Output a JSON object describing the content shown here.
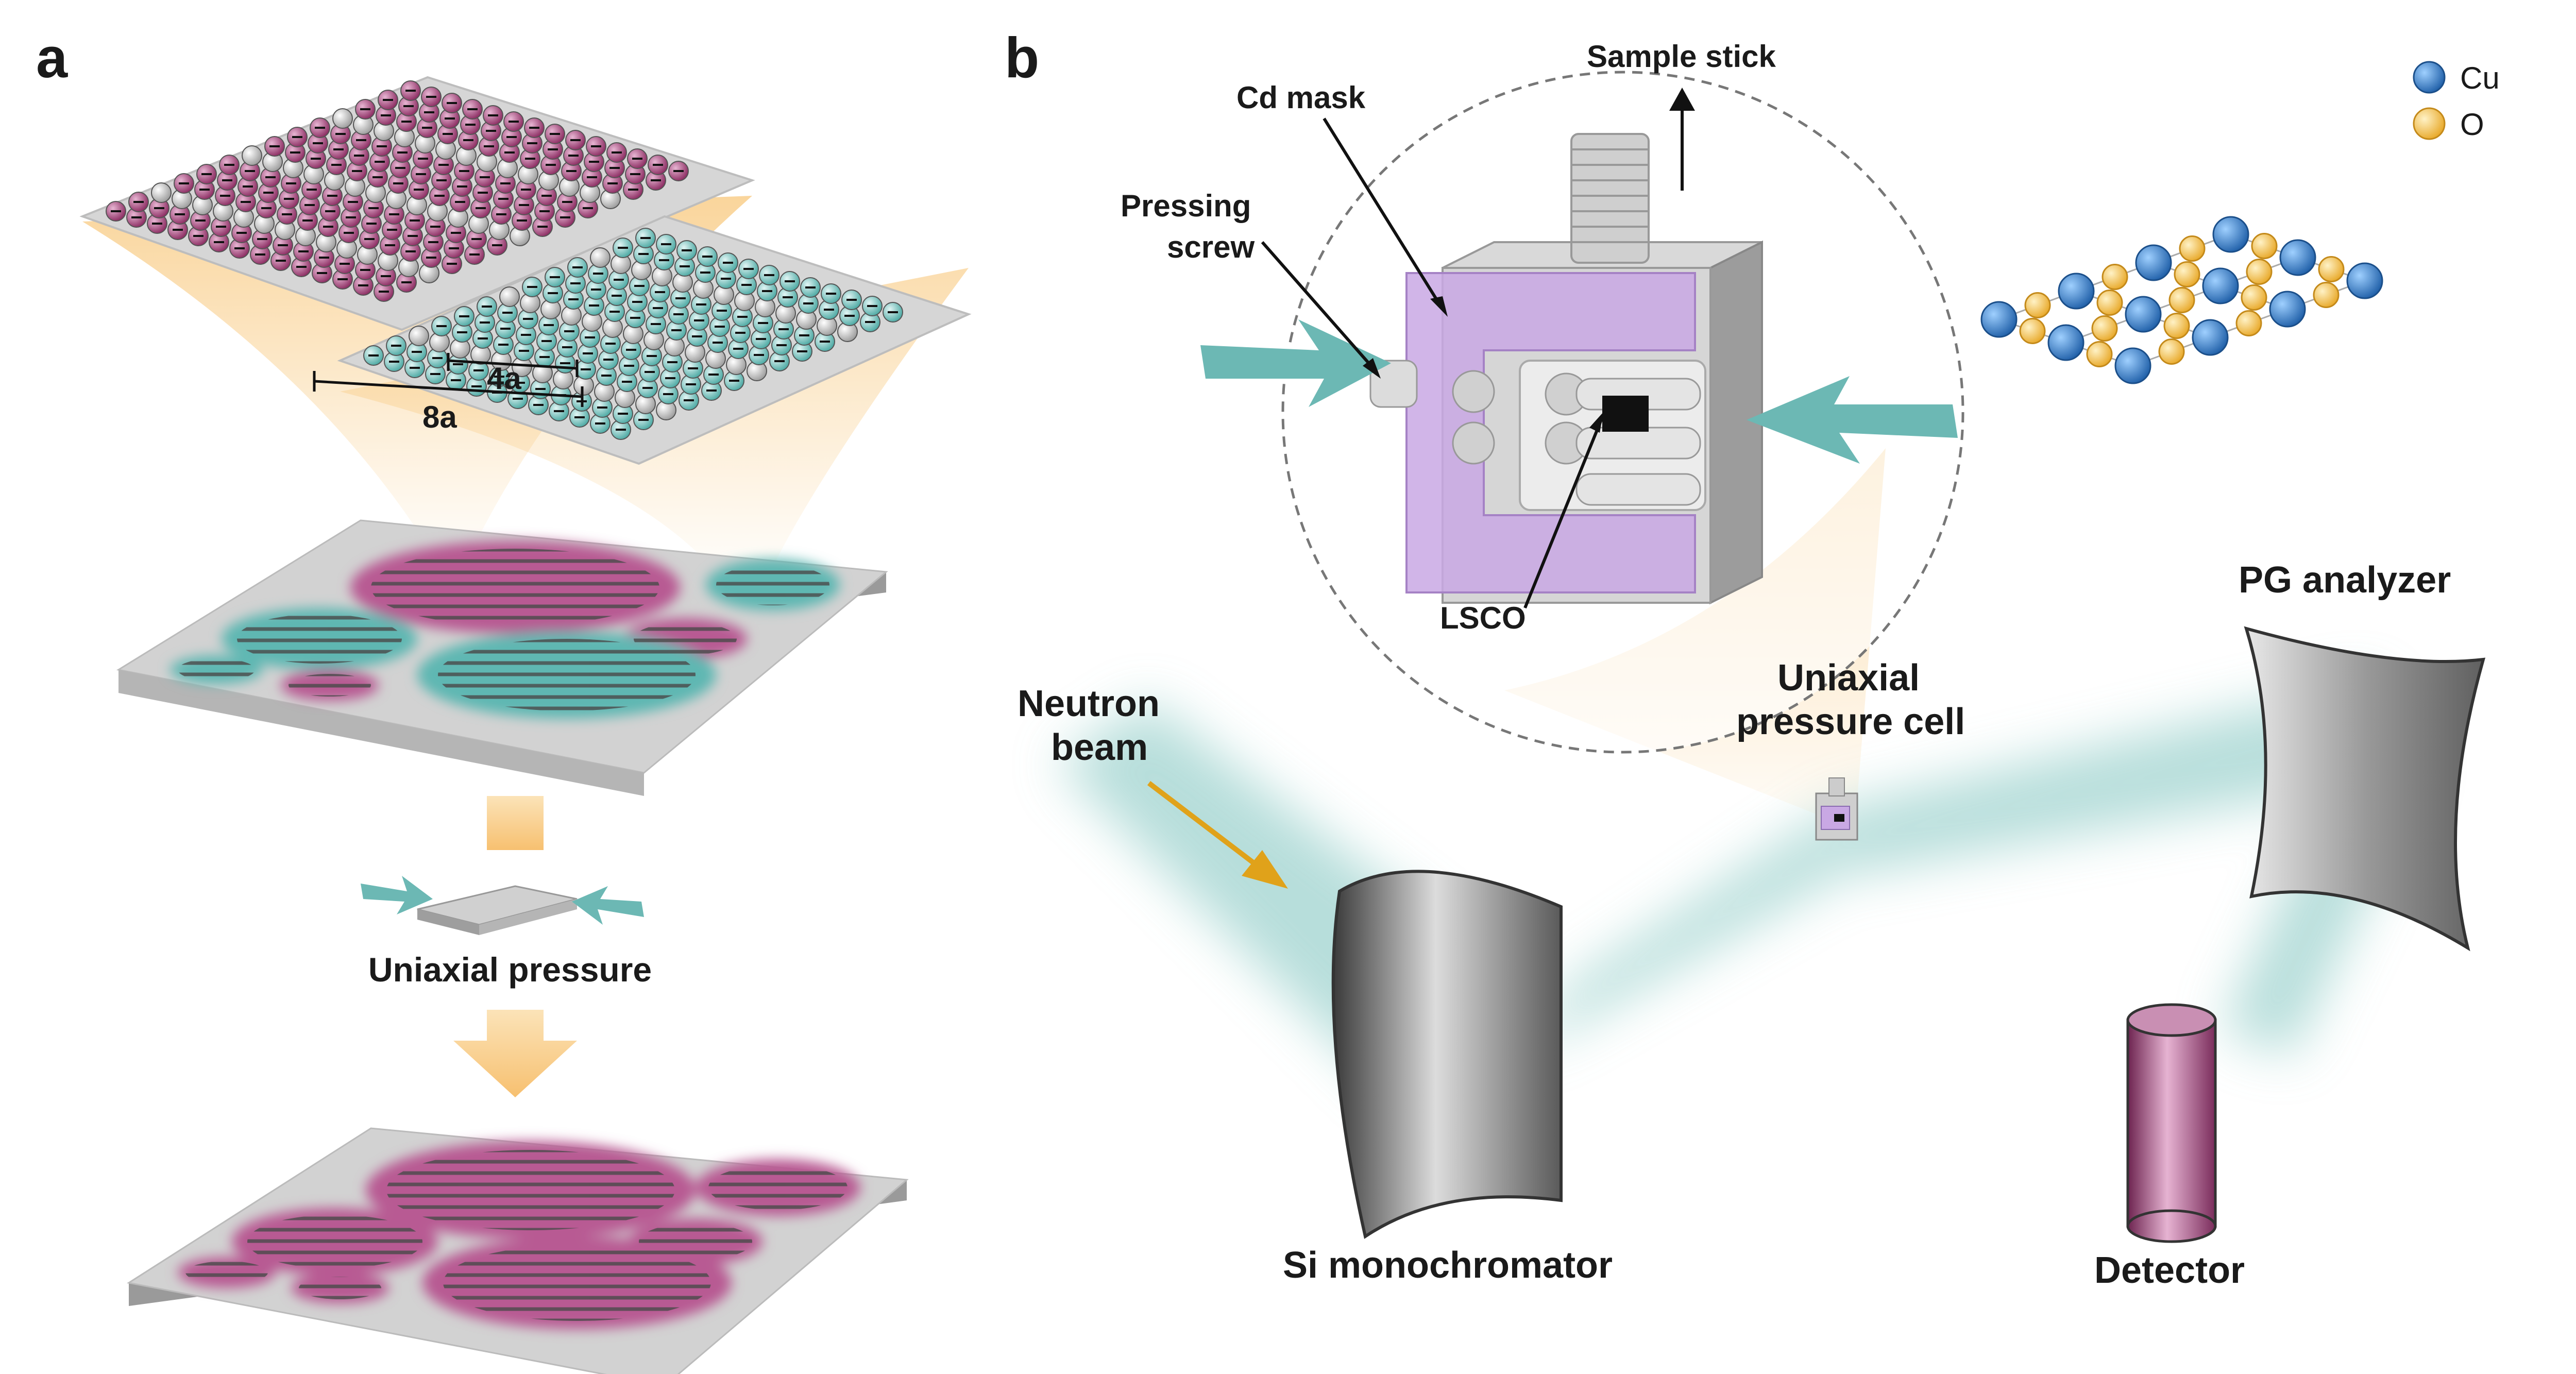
{
  "panel_a": {
    "label": "a",
    "dim_small": "4a",
    "dim_large": "8a",
    "pressure_label": "Uniaxial pressure"
  },
  "panel_b": {
    "label": "b",
    "sample_stick": "Sample stick",
    "cd_mask": "Cd mask",
    "pressing_screw_line1": "Pressing",
    "pressing_screw_line2": "screw",
    "lsco": "LSCO",
    "neutron_beam_line1": "Neutron",
    "neutron_beam_line2": "beam",
    "uniaxial_cell_line1": "Uniaxial",
    "uniaxial_cell_line2": "pressure cell",
    "pg_analyzer": "PG analyzer",
    "si_monochromator": "Si monochromator",
    "detector": "Detector",
    "legend": [
      {
        "label": "Cu",
        "color": "#2f7fd1"
      },
      {
        "label": "O",
        "color": "#f6c24a"
      }
    ]
  },
  "colors": {
    "magenta_domain": "#a8457f",
    "teal_domain": "#5fb7b2",
    "beam": "#9fd3cf",
    "glow": "#f8c77a",
    "cell_purple": "#c7a6e0"
  }
}
